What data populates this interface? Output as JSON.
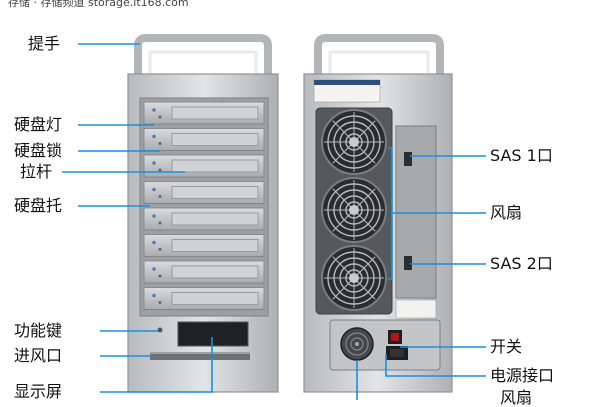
{
  "watermark": "存储 · 存储频道 storage.it168.com",
  "labels_left": {
    "handle": "提手",
    "drive_led": "硬盘灯",
    "drive_lock": "硬盘锁",
    "pull_rod": "拉杆",
    "drive_tray": "硬盘托",
    "function_key": "功能键",
    "air_inlet": "进风口",
    "display": "显示屏"
  },
  "labels_right": {
    "sas1": "SAS 1口",
    "fan": "风扇",
    "sas2": "SAS 2口",
    "switch": "开关",
    "power_port": "电源接口",
    "fan2": "风扇"
  },
  "colors": {
    "leader_line": "#1a8fe0",
    "chassis": "#c9cbcd",
    "chassis_dark": "#8f9396",
    "panel": "#2b2e31"
  }
}
